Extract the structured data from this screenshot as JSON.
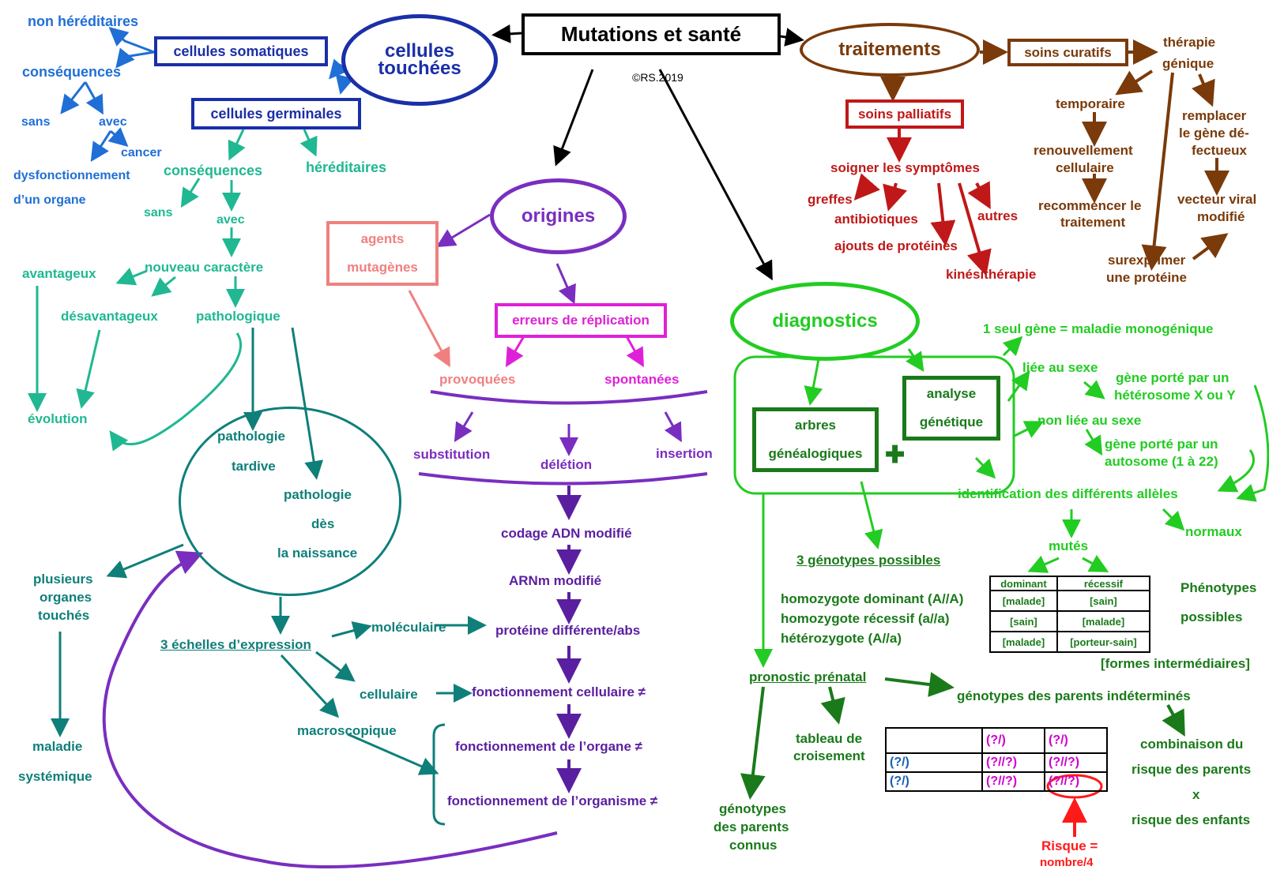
{
  "title": "Mutations et santé",
  "copyright": "©RS.2019",
  "colors": {
    "blue": "#1f6fd6",
    "navy": "#1a2fa8",
    "teal_light": "#1fb892",
    "teal_dark": "#0f7f7a",
    "salmon": "#f08080",
    "magenta": "#e020d8",
    "purple": "#7a2ec0",
    "purple_dark": "#5a1fa0",
    "brown": "#7a3a0a",
    "red": "#c01818",
    "green": "#22cc22",
    "green_dark": "#1a7a1a"
  },
  "cells": {
    "hub": "cellules touchées",
    "somatic": "cellules somatiques",
    "germinal": "cellules germinales",
    "non_hereditary": "non héréditaires",
    "consequences_somatic": "conséquences",
    "sans": "sans",
    "avec": "avec",
    "cancer": "cancer",
    "dysfunction_line1": "dysfonctionnement",
    "dysfunction_line2": "d’un organe",
    "consequences_germinal": "conséquences",
    "hereditary": "héréditaires",
    "sans2": "sans",
    "avec2": "avec",
    "new_character": "nouveau caractère",
    "advantageous": "avantageux",
    "disadvantageous": "désavantageux",
    "pathological": "pathologique",
    "evolution": "évolution",
    "late_pathology": [
      "pathologie",
      "tardive"
    ],
    "birth_pathology": [
      "pathologie",
      "dès",
      "la naissance"
    ],
    "several_organs": [
      "plusieurs",
      "organes",
      "touchés"
    ],
    "systemic_disease": [
      "maladie",
      "systémique"
    ],
    "three_scales": "3 échelles d’expression",
    "molecular": "moléculaire",
    "cellular": "cellulaire",
    "macroscopic": "macroscopique"
  },
  "origins": {
    "hub": "origines",
    "mutagens": [
      "agents",
      "mutagènes"
    ],
    "replication_errors": "erreurs de réplication",
    "induced": "provoquées",
    "spontaneous": "spontanées",
    "substitution": "substitution",
    "deletion": "délétion",
    "insertion": "insertion",
    "dna_modified": "codage ADN modifié",
    "mrna_modified": "ARNm modifié",
    "protein_different": "protéine différente/abs",
    "cell_function": "fonctionnement cellulaire ≠",
    "organ_function": "fonctionnement de l’organe ≠",
    "organism_function": "fonctionnement de l’organisme  ≠"
  },
  "treatments": {
    "hub": "traitements",
    "curative": "soins curatifs",
    "gene_therapy": [
      "thérapie",
      "génique"
    ],
    "temporary": "temporaire",
    "cell_renewal": [
      "renouvellement",
      "cellulaire"
    ],
    "restart": [
      "recommencer le",
      "traitement"
    ],
    "replace_gene": [
      "remplacer",
      "le gène dé-",
      "fectueux"
    ],
    "viral_vector": [
      "vecteur viral",
      "modifié"
    ],
    "overexpress": [
      "surexprimer",
      "une protéine"
    ],
    "palliative": "soins palliatifs",
    "treat_symptoms": "soigner les symptômes",
    "grafts": "greffes",
    "antibiotics": "antibiotiques",
    "others": "autres",
    "protein_additions": "ajouts de protéines",
    "physiotherapy": "kinésithérapie"
  },
  "diagnostics": {
    "hub": "diagnostics",
    "pedigree": [
      "arbres",
      "généalogiques"
    ],
    "genetic_analysis": [
      "analyse",
      "génétique"
    ],
    "plus_sign": "✚",
    "monogenic": "1 seul gène = maladie monogénique",
    "sex_linked": "liée au sexe",
    "heterosome": [
      "gène porté par un",
      "hétérosome X ou Y"
    ],
    "not_sex_linked": "non liée au sexe",
    "autosome": [
      "gène porté par un",
      "autosome (1 à 22)"
    ],
    "allele_identification": "identification des différents allèles",
    "mutated": "mutés",
    "normal": "normaux",
    "three_genotypes": "3 génotypes possibles",
    "genotypes": [
      "homozygote dominant (A//A)",
      "homozygote récessif (a//a)",
      "hétérozygote (A//a)"
    ],
    "phenotype_table": {
      "headers": [
        "dominant",
        "récessif"
      ],
      "rows": [
        [
          "[malade]",
          "[sain]"
        ],
        [
          "[sain]",
          "[malade]"
        ],
        [
          "[malade]",
          "[porteur-sain]"
        ]
      ]
    },
    "phenotypes_label": [
      "Phénotypes",
      "possibles"
    ],
    "intermediate_forms": "[formes intermédiaires]",
    "prenatal_prognosis": "pronostic prénatal",
    "parents_undetermined": "génotypes des parents indéterminés",
    "cross_table_label": [
      "tableau de",
      "croisement"
    ],
    "combination": [
      "combinaison du",
      "risque des parents",
      "x",
      "risque des enfants"
    ],
    "parents_known": [
      "génotypes",
      "des parents",
      "connus"
    ],
    "risk": [
      "Risque =",
      "nombre/4"
    ],
    "cross_table": {
      "header": [
        "",
        "(?/)",
        "(?/)"
      ],
      "rows": [
        [
          "(?/)",
          "(?//?)",
          "(?//?)"
        ],
        [
          "(?/)",
          "(?//?)",
          "(?//?)"
        ]
      ]
    }
  }
}
